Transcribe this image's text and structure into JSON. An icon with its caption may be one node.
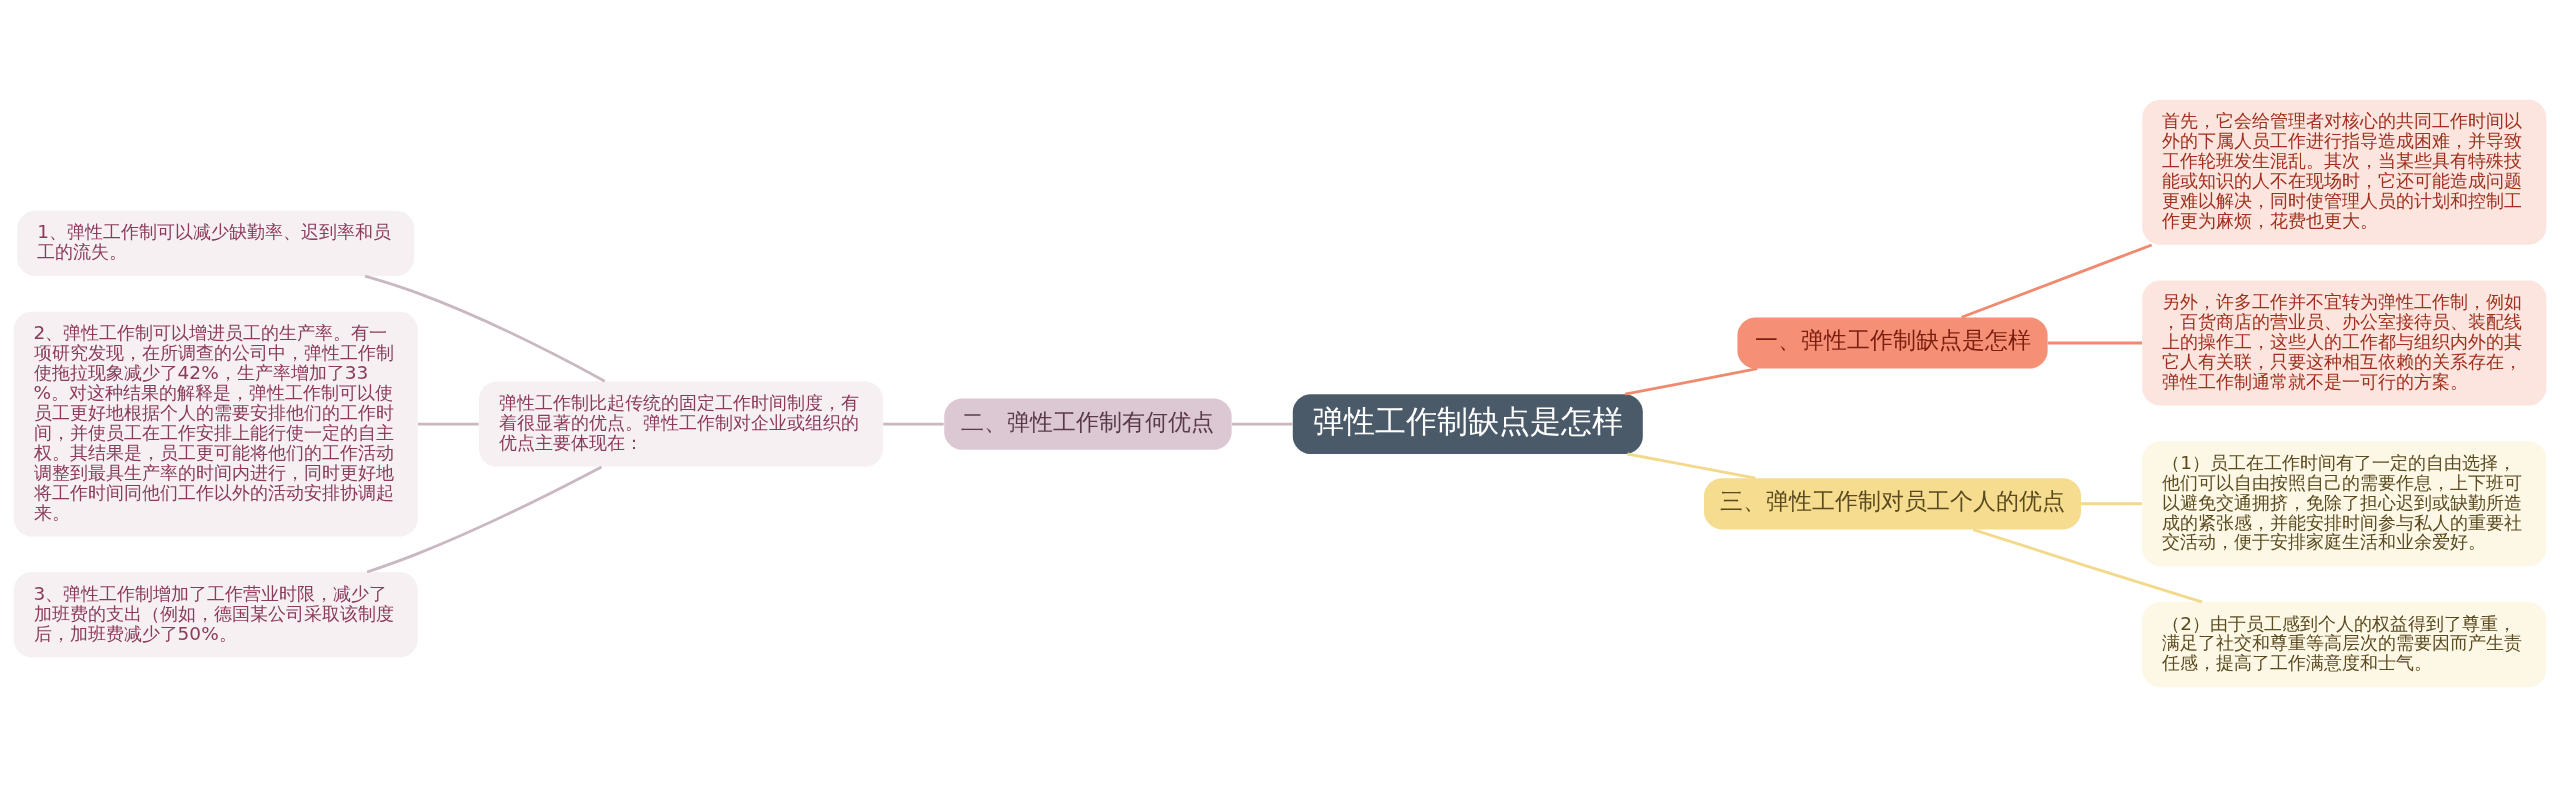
{
  "diagram": {
    "nodes": [
      {
        "text": [
          "弹性工作制缺点是怎样"
        ]
      },
      {
        "text": [
          "一、弹性工作制缺点是怎样"
        ]
      },
      {
        "text": [
          "首先，它会给管理者对核心的共同工作时间以外的下属人员工作进行指导造成困难，并导致工作轮班发生混乱。其次，当某些具有特殊技能或知识的人不在现场时，它还可能造成问题更难以解决，同时使管理人员的计划和控制工作更为麻烦，花费也更大。"
        ]
      },
      {
        "text": [
          "另外，许多工作并不宜转为弹性工作制，例如，百货商店的营业员、办公室接待员、装配线上的操作工，这些人的工作都与组织内外的其它人有关联，只要这种相互依赖的关系存在，弹性工作制通常就不是一可行的方案。"
        ]
      },
      {
        "text": [
          "二、弹性工作制有何优点"
        ]
      },
      {
        "text": [
          "弹性工作制比起传统的固定工作时间制度，有着很显著的优点。弹性工作制对企业或组织的优点主要体现在："
        ]
      },
      {
        "text": [
          "1、弹性工作制可以减少缺勤率、迟到率和员工的流失。"
        ]
      },
      {
        "text": [
          "2、弹性工作制可以增进员工的生产率。有一项研究发现，在所调查的公司中，弹性工作制使拖拉现象减少了42%，生产率增加了33%。对这种结果的解释是，弹性工作制可以使员工更好地根据个人的需要安排他们的工作时间，并使员工在工作安排上能行使一定的自主权。其结果是，员工更可能将他们的工作活动调整到最具生产率的时间内进行，同时更好地将工作时间同他们工作以外的活动安排协调起来。"
        ]
      },
      {
        "text": [
          "3、弹性工作制增加了工作营业时限，减少了加班费的支出（例如，德国某公司采取该制度后，加班费减少了50%。"
        ]
      },
      {
        "text": [
          "三、弹性工作制对员工个人的优点"
        ]
      },
      {
        "text": [
          "（1）员工在工作时间有了一定的自由选择，他们可以自由按照自己的需要作息，上下班可以避免交通拥挤，免除了担心迟到或缺勤所造成的紧张感，并能安排时间参与私人的重要社交活动，便于安排家庭生活和业余爱好。"
        ]
      },
      {
        "text": [
          "（2）由于员工感到个人的权益得到了尊重，满足了社交和尊重等高层次的需要因而产生责任感，提高了工作满意度和士气。"
        ]
      }
    ],
    "edges": [
      {
        "from": 0,
        "to": 1,
        "arrow": "none",
        "color": "#f08a6e"
      },
      {
        "from": 1,
        "to": 2,
        "arrow": "none",
        "color": "#f08a6e"
      },
      {
        "from": 1,
        "to": 3,
        "arrow": "none",
        "color": "#f08a6e"
      },
      {
        "from": 0,
        "to": 4,
        "arrow": "none",
        "color": "#c9b8c2"
      },
      {
        "from": 4,
        "to": 5,
        "arrow": "none",
        "color": "#c9b8c2"
      },
      {
        "from": 5,
        "to": 6,
        "arrow": "none",
        "color": "#c9b8c2"
      },
      {
        "from": 5,
        "to": 7,
        "arrow": "none",
        "color": "#c9b8c2"
      },
      {
        "from": 5,
        "to": 8,
        "arrow": "none",
        "color": "#c9b8c2"
      },
      {
        "from": 0,
        "to": 9,
        "arrow": "none",
        "color": "#f3d98b"
      },
      {
        "from": 9,
        "to": 10,
        "arrow": "none",
        "color": "#f3d98b"
      },
      {
        "from": 9,
        "to": 11,
        "arrow": "none",
        "color": "#f3d98b"
      }
    ]
  }
}
